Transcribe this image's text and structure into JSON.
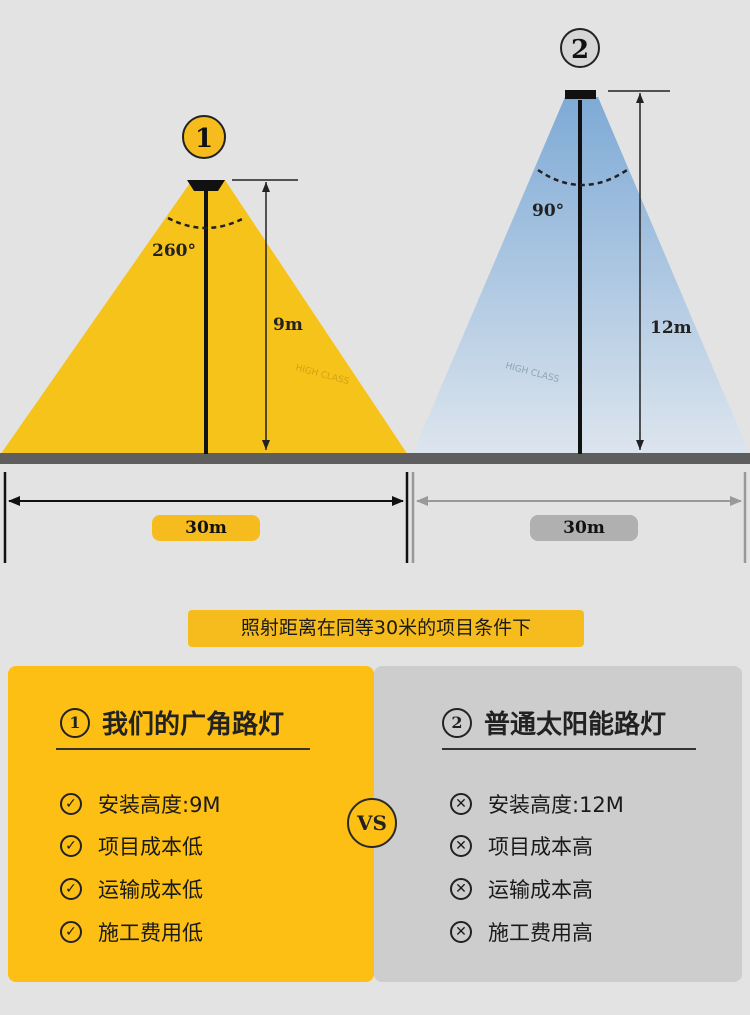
{
  "diagram": {
    "left": {
      "number": "1",
      "angle": "260°",
      "height": "9m",
      "width_label": "30m",
      "light_color": "#f6c31a"
    },
    "right": {
      "number": "2",
      "angle": "90°",
      "height": "12m",
      "width_label": "30m",
      "light_color": "#8fb6dc"
    },
    "watermark": "HIGH CLASS"
  },
  "banner": "照射距离在同等30米的项目条件下",
  "vs": "VS",
  "left_card": {
    "number": "1",
    "title": "我们的广角路灯",
    "items": [
      "安装高度:9M",
      "项目成本低",
      "运输成本低",
      "施工费用低"
    ]
  },
  "right_card": {
    "number": "2",
    "title": "普通太阳能路灯",
    "items": [
      "安装高度:12M",
      "项目成本高",
      "运输成本高",
      "施工费用高"
    ]
  },
  "colors": {
    "accent_yellow": "#fdbf13",
    "panel_gray": "#cdcdcd",
    "background": "#e3e3e3"
  }
}
